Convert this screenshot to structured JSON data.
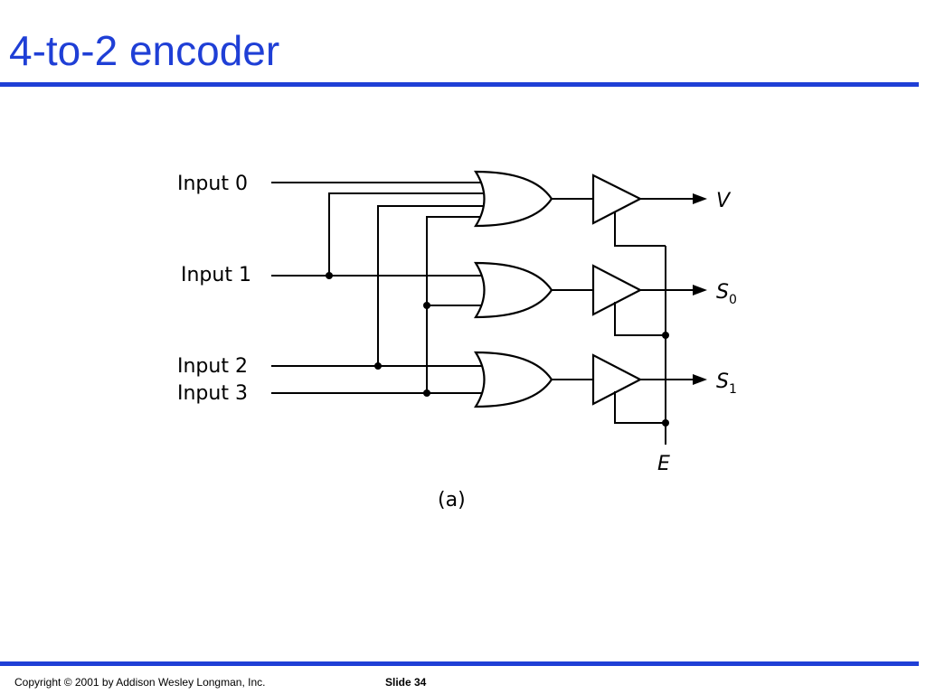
{
  "slide": {
    "title": "4-to-2 encoder",
    "footer_copyright": "Copyright © 2001 by Addison Wesley Longman, Inc.",
    "footer_slide": "Slide 34"
  },
  "diagram": {
    "inputs": [
      "Input 0",
      "Input 1",
      "Input 2",
      "Input 3"
    ],
    "outputs": [
      {
        "main": "V",
        "sub": ""
      },
      {
        "main": "S",
        "sub": "0"
      },
      {
        "main": "S",
        "sub": "1"
      }
    ],
    "enable_label": "E",
    "caption": "(a)"
  }
}
